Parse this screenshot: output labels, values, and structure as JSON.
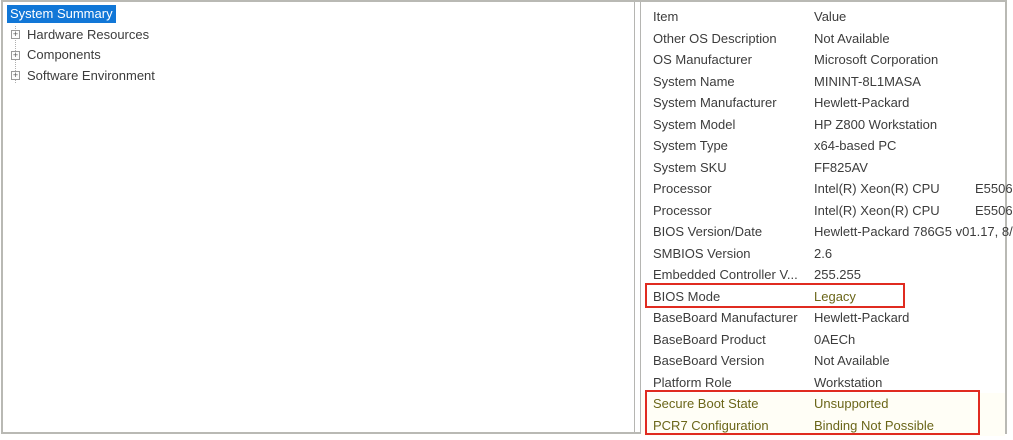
{
  "colors": {
    "selection_blue": "#1177d7",
    "annotation_red": "#e02b20",
    "highlight_olive": "#6b6619",
    "frame_gray": "#b9b9b4"
  },
  "tree": {
    "expander_glyph": "+",
    "items": [
      {
        "label": "System Summary",
        "selected": true,
        "expandable": false
      },
      {
        "label": "Hardware Resources",
        "selected": false,
        "expandable": true
      },
      {
        "label": "Components",
        "selected": false,
        "expandable": true
      },
      {
        "label": "Software Environment",
        "selected": false,
        "expandable": true
      }
    ]
  },
  "list": {
    "columns": {
      "item": "Item",
      "value": "Value"
    },
    "rows": [
      {
        "item": "Other OS Description",
        "value": "Not Available"
      },
      {
        "item": "OS Manufacturer",
        "value": "Microsoft Corporation"
      },
      {
        "item": "System Name",
        "value": "MININT-8L1MASA"
      },
      {
        "item": "System Manufacturer",
        "value": "Hewlett-Packard"
      },
      {
        "item": "System Model",
        "value": "HP Z800 Workstation"
      },
      {
        "item": "System Type",
        "value": "x64-based PC"
      },
      {
        "item": "System SKU",
        "value": "FF825AV"
      },
      {
        "item": "Processor",
        "value": "Intel(R) Xeon(R) CPU",
        "value2": "E5506"
      },
      {
        "item": "Processor",
        "value": "Intel(R) Xeon(R) CPU",
        "value2": "E5506"
      },
      {
        "item": "BIOS Version/Date",
        "value": "Hewlett-Packard 786G5 v01.17, 8/"
      },
      {
        "item": "SMBIOS Version",
        "value": "2.6"
      },
      {
        "item": "Embedded Controller V...",
        "value": "255.255"
      },
      {
        "item": "BIOS Mode",
        "value": "Legacy",
        "emphasis": "value"
      },
      {
        "item": "BaseBoard Manufacturer",
        "value": "Hewlett-Packard"
      },
      {
        "item": "BaseBoard Product",
        "value": "0AECh"
      },
      {
        "item": "BaseBoard Version",
        "value": "Not Available"
      },
      {
        "item": "Platform Role",
        "value": "Workstation"
      },
      {
        "item": "Secure Boot State",
        "value": "Unsupported",
        "emphasis": "row"
      },
      {
        "item": "PCR7 Configuration",
        "value": "Binding Not Possible",
        "emphasis": "row"
      }
    ]
  },
  "annotations": [
    {
      "name": "bios-mode-red-box"
    },
    {
      "name": "secure-boot-red-box"
    }
  ]
}
